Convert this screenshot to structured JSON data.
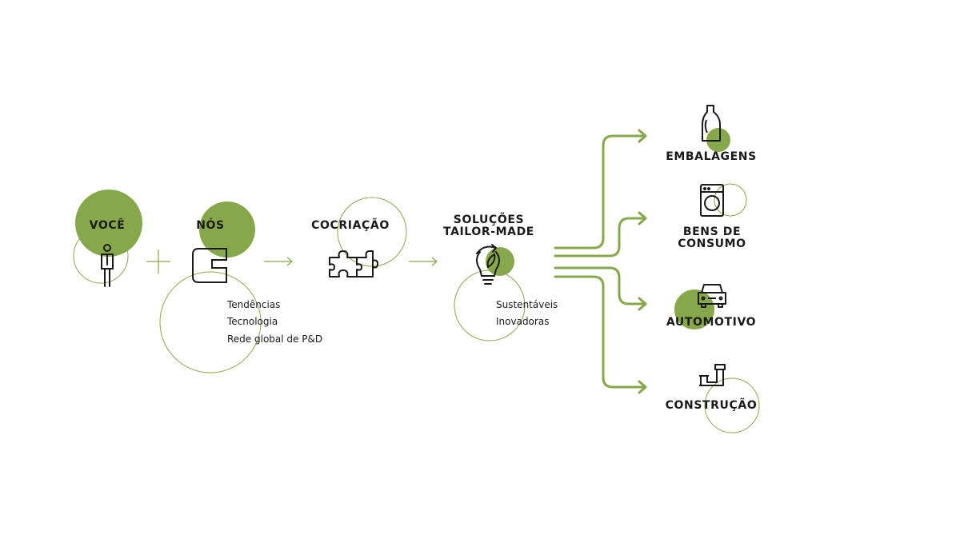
{
  "colors": {
    "accent": "#86a84a",
    "ink": "#1a1a1a",
    "background": "#ffffff"
  },
  "left_flow": {
    "you": {
      "label": "VOCÊ",
      "icon": "person-icon"
    },
    "plus_icon": "plus-icon",
    "us": {
      "label": "NÓS",
      "icon": "company-logo-icon",
      "items": [
        "Tendências",
        "Tecnologia",
        "Rede global de P&D"
      ]
    },
    "cocreation": {
      "label": "COCRIAÇÃO",
      "icon": "puzzle-icon"
    },
    "solutions": {
      "label_lines": [
        "SOLUÇÕES",
        "TAILOR-MADE"
      ],
      "icon": "leaf-bulb-icon",
      "items": [
        "Sustentáveis",
        "Inovadoras"
      ]
    }
  },
  "markets": [
    {
      "label_lines": [
        "EMBALAGENS"
      ],
      "icon": "bottle-icon"
    },
    {
      "label_lines": [
        "BENS DE",
        "CONSUMO"
      ],
      "icon": "washing-machine-icon"
    },
    {
      "label_lines": [
        "AUTOMOTIVO"
      ],
      "icon": "car-icon"
    },
    {
      "label_lines": [
        "CONSTRUÇÃO"
      ],
      "icon": "pipe-icon"
    }
  ]
}
